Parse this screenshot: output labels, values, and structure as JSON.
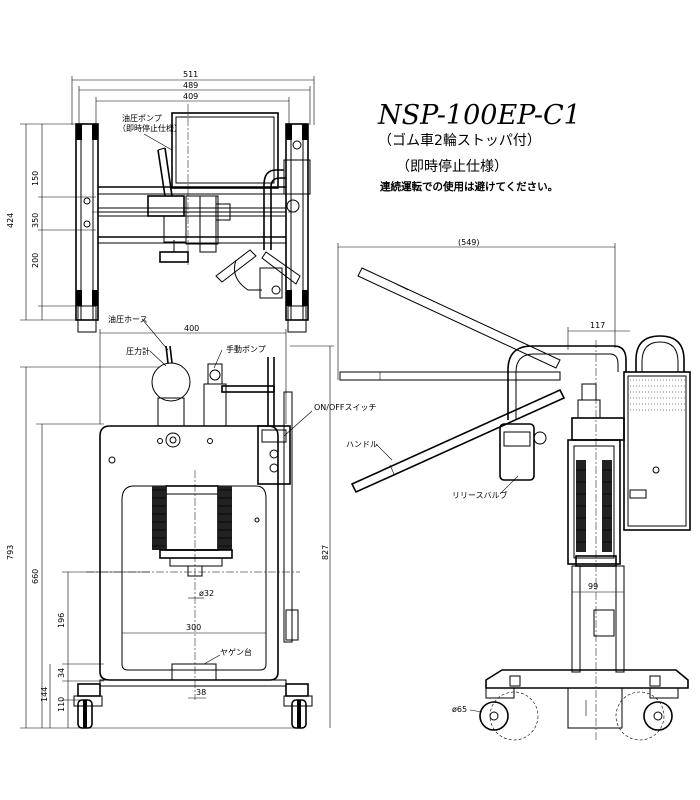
{
  "title": {
    "model": "NSP-100EP-C1",
    "subtitle1": "（ゴム車2輪ストッパ付）",
    "subtitle2": "（即時停止仕様）",
    "note": "連続運転での使用は避けてください。"
  },
  "labels": {
    "pump": "油圧ポンプ",
    "pump_sub": "（即時停止仕様）",
    "hose": "油圧ホース",
    "gauge": "圧力計",
    "hand_pump": "手動ポンプ",
    "switch": "ON/OFFスイッチ",
    "handle": "ハンドル",
    "release_valve": "リリースバルブ",
    "anvil": "ヤゲン台"
  },
  "dims": {
    "top_511": "511",
    "top_489": "489",
    "top_409": "409",
    "top_424": "424",
    "top_150": "150",
    "top_350": "350",
    "top_200": "200",
    "front_400": "400",
    "front_793": "793",
    "front_827": "827",
    "front_660": "660",
    "front_196": "196",
    "front_34": "34",
    "front_144": "144",
    "front_110": "110",
    "front_300": "300",
    "front_32": "ø32",
    "front_38": "38",
    "side_549": "(549)",
    "side_117": "117",
    "side_99": "99",
    "side_65": "ø65"
  }
}
